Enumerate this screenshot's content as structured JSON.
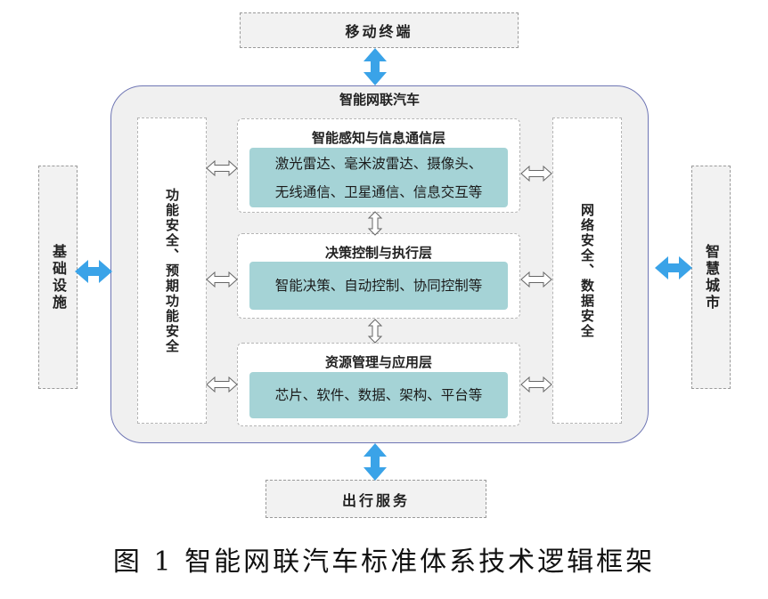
{
  "top_node": "移动终端",
  "bottom_node": "出行服务",
  "left_node": "基础设施",
  "right_node": "智慧城市",
  "main_box": {
    "title": "智能网联汽车",
    "left_column": "功能安全、预期功能安全",
    "right_column": "网络安全、数据安全",
    "layers": [
      {
        "title": "智能感知与信息通信层",
        "lines": [
          "激光雷达、毫米波雷达、摄像头、",
          "无线通信、卫星通信、信息交互等"
        ]
      },
      {
        "title": "决策控制与执行层",
        "lines": [
          "智能决策、自动控制、协同控制等"
        ]
      },
      {
        "title": "资源管理与应用层",
        "lines": [
          "芯片、软件、数据、架构、平台等"
        ]
      }
    ]
  },
  "caption": "图 1  智能网联汽车标准体系技术逻辑框架",
  "colors": {
    "blue_arrow": "#3aa3e8",
    "content_fill": "#a5d3d6",
    "outer_border": "#6f76b4"
  }
}
